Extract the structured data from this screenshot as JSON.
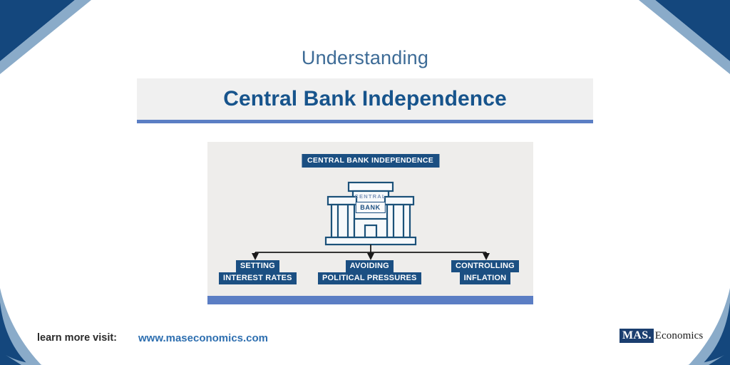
{
  "slide": {
    "subtitle": "Understanding",
    "title": "Central Bank Independence"
  },
  "diagram": {
    "header_box": "CENTRAL BANK INDEPENDENCE",
    "building": {
      "sign_top": "CENTRAL",
      "sign_box": "BANK"
    },
    "branches": [
      {
        "line1": "SETTING",
        "line2": "INTEREST RATES"
      },
      {
        "line1": "AVOIDING",
        "line2": "POLITICAL PRESSURES"
      },
      {
        "line1": "CONTROLLING",
        "line2": "INFLATION"
      }
    ]
  },
  "footer": {
    "learn_label": "learn more visit:",
    "url": "www.maseconomics.com",
    "logo_mark": "MAS.",
    "logo_word": "Economics"
  },
  "colors": {
    "deep_blue": "#1b4f82",
    "navy": "#14477d",
    "steel_blue": "#8aabc9",
    "periwinkle": "#5b7ec4",
    "panel_bg": "#eeedeb",
    "banner_bg": "#f0f0f0",
    "title_blue": "#17548c",
    "subtitle_blue": "#3d6b96",
    "link_blue": "#2e6fb0"
  }
}
